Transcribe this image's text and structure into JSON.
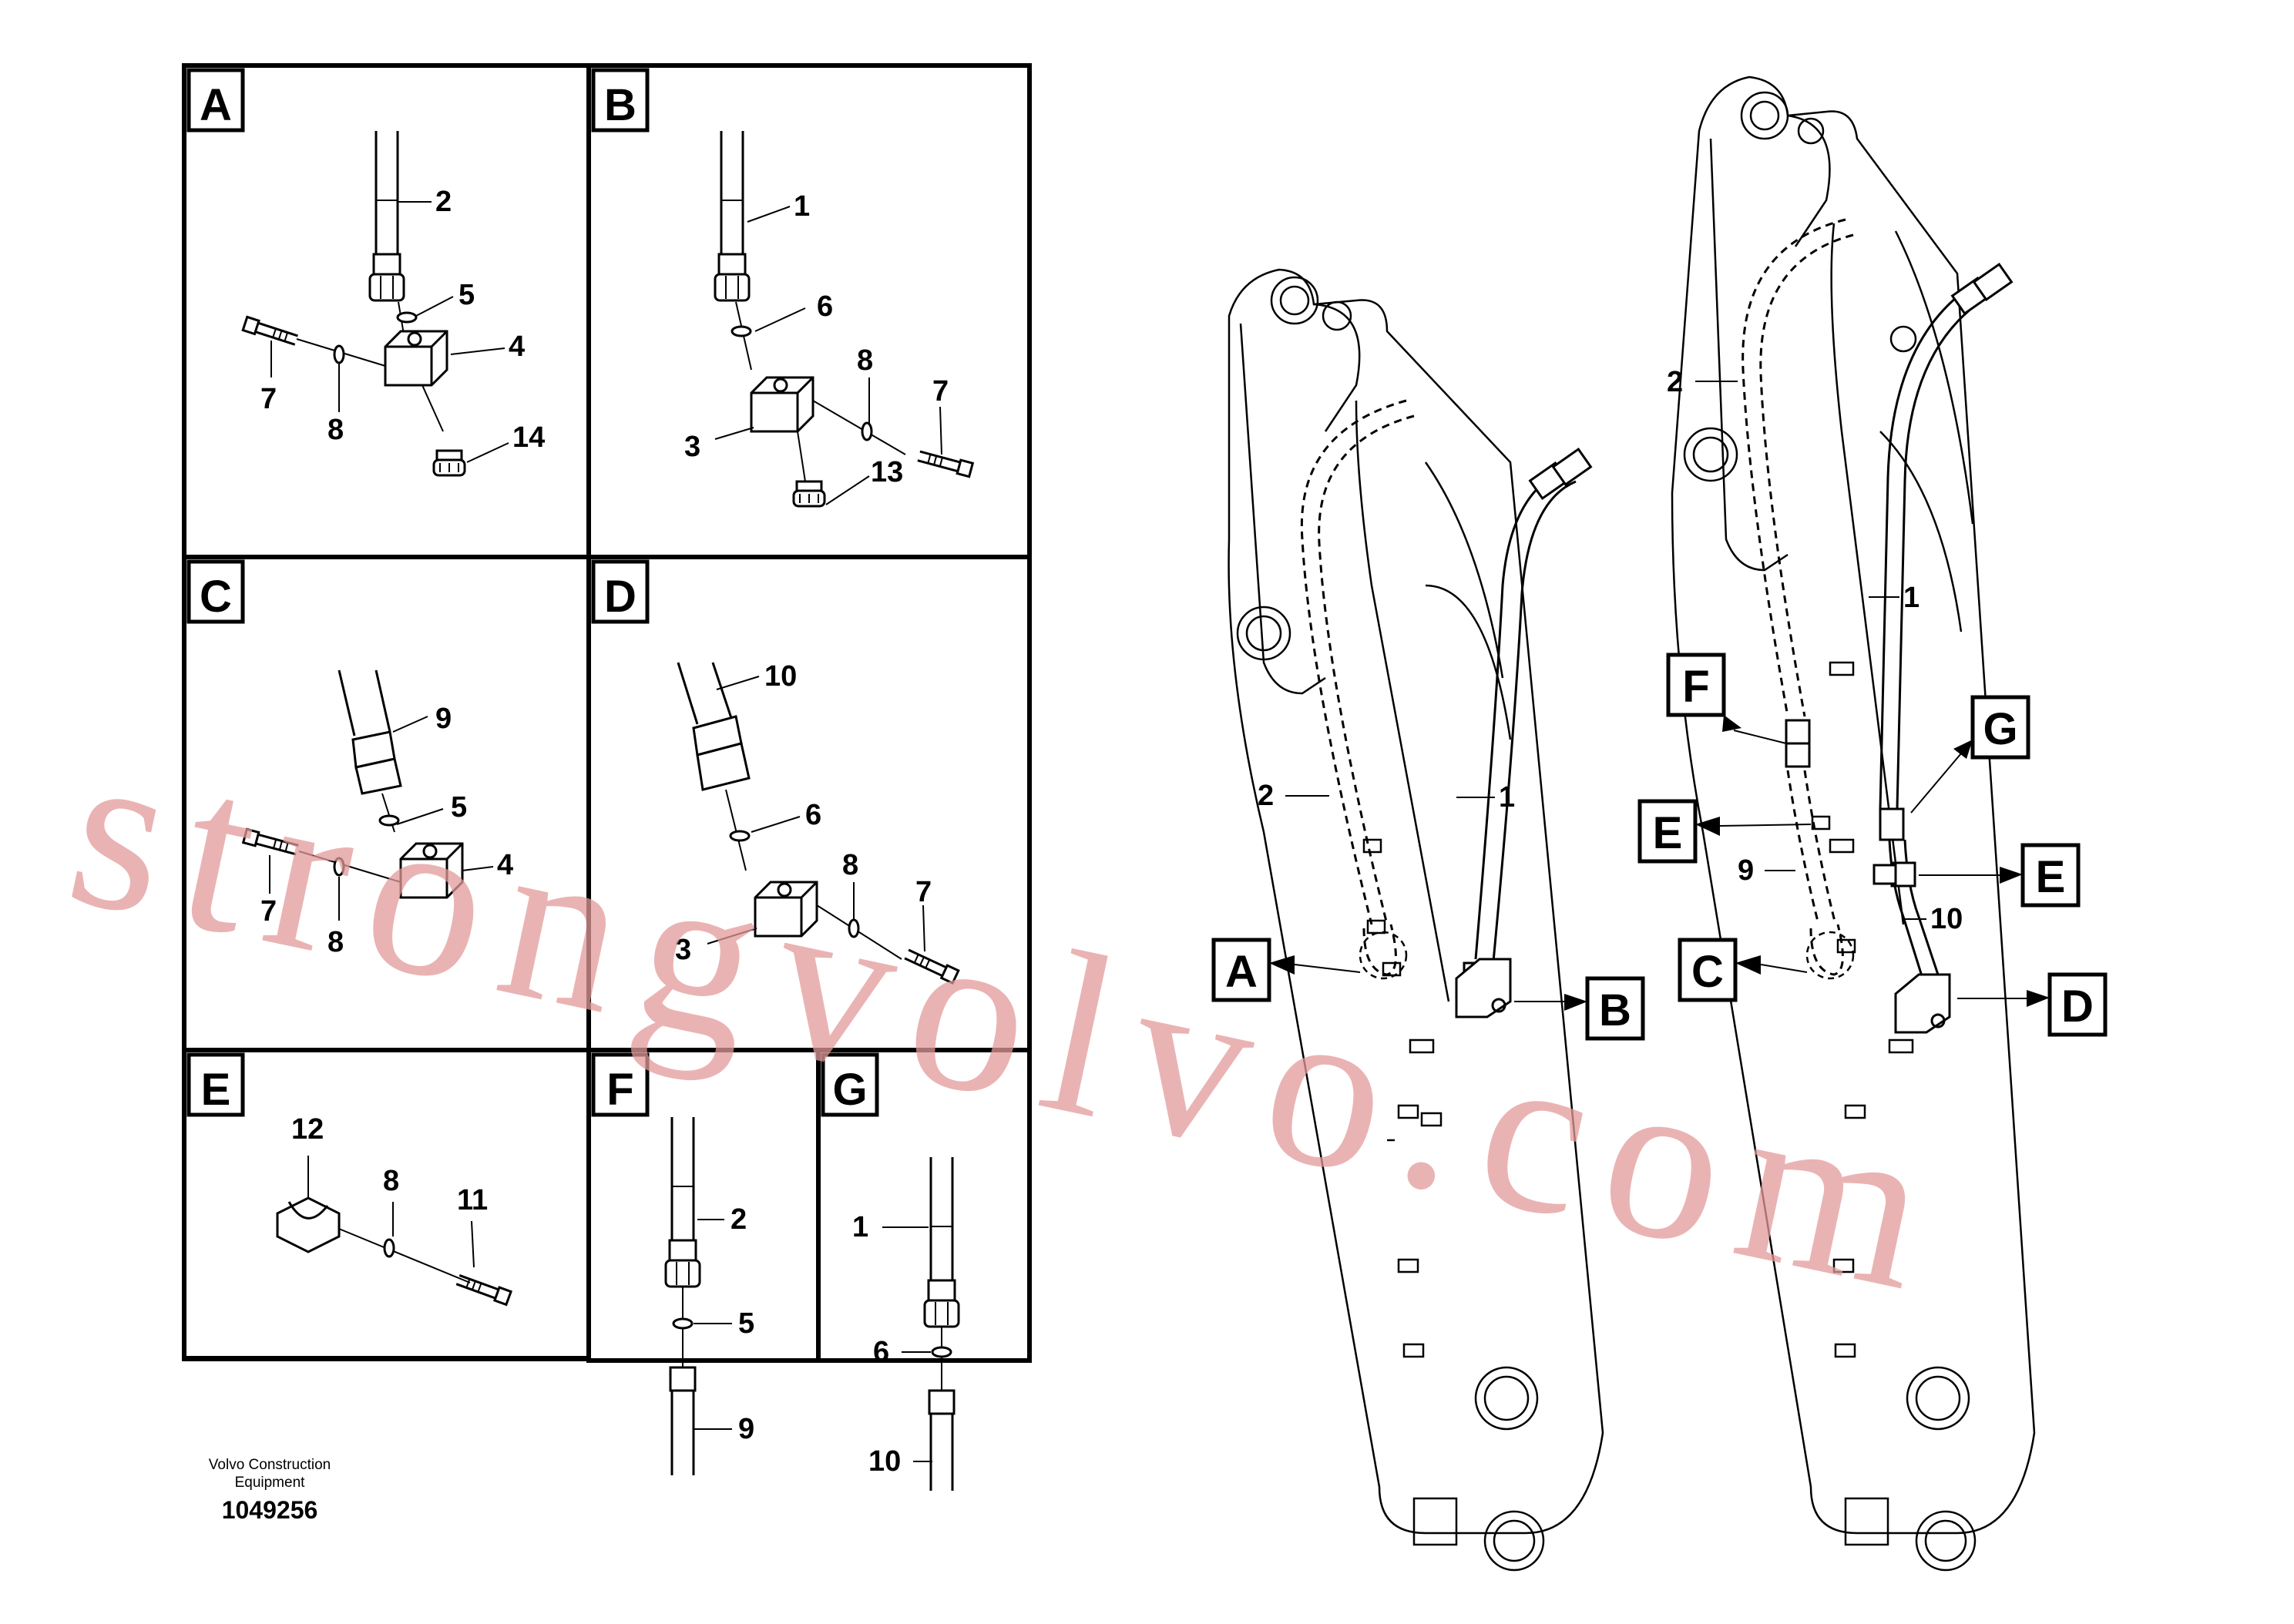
{
  "panels": [
    {
      "id": "A",
      "label": "A",
      "callouts": [
        "2",
        "5",
        "4",
        "7",
        "8",
        "14"
      ]
    },
    {
      "id": "B",
      "label": "B",
      "callouts": [
        "1",
        "6",
        "8",
        "7",
        "3",
        "13"
      ]
    },
    {
      "id": "C",
      "label": "C",
      "callouts": [
        "9",
        "5",
        "7",
        "8",
        "4"
      ]
    },
    {
      "id": "D",
      "label": "D",
      "callouts": [
        "10",
        "6",
        "8",
        "7",
        "3"
      ]
    },
    {
      "id": "E",
      "label": "E",
      "callouts": [
        "12",
        "8",
        "11"
      ]
    },
    {
      "id": "F",
      "label": "F",
      "callouts": [
        "2",
        "5",
        "9"
      ]
    },
    {
      "id": "G",
      "label": "G",
      "callouts": [
        "1",
        "6",
        "10"
      ]
    }
  ],
  "boom_left": {
    "callouts": [
      "2",
      "1"
    ],
    "detail_tags": [
      "A",
      "B"
    ]
  },
  "boom_right": {
    "callouts": [
      "2",
      "1",
      "9",
      "10"
    ],
    "detail_tags": [
      "F",
      "G",
      "E",
      "E",
      "C",
      "D"
    ]
  },
  "footer": {
    "company_line1": "Volvo Construction",
    "company_line2": "Equipment",
    "drawing_number": "1049256"
  },
  "watermark": "strongvolvo.com",
  "colors": {
    "line": "#000000",
    "watermark": "#e39a9a",
    "background": "#ffffff"
  }
}
